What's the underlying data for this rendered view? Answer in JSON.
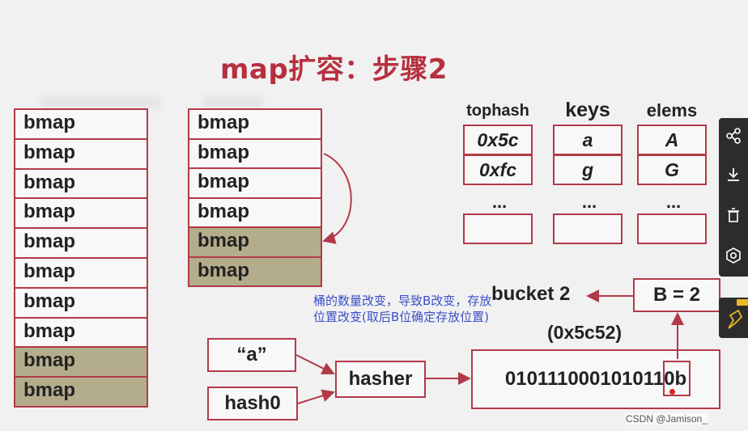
{
  "title": "map扩容：步骤2",
  "left_buckets": [
    {
      "label": "bmap",
      "state": "empty"
    },
    {
      "label": "bmap",
      "state": "empty"
    },
    {
      "label": "bmap",
      "state": "empty"
    },
    {
      "label": "bmap",
      "state": "empty"
    },
    {
      "label": "bmap",
      "state": "empty"
    },
    {
      "label": "bmap",
      "state": "empty"
    },
    {
      "label": "bmap",
      "state": "empty"
    },
    {
      "label": "bmap",
      "state": "empty"
    },
    {
      "label": "bmap",
      "state": "full"
    },
    {
      "label": "bmap",
      "state": "full"
    }
  ],
  "mid_buckets": [
    {
      "label": "bmap",
      "state": "empty"
    },
    {
      "label": "bmap",
      "state": "empty"
    },
    {
      "label": "bmap",
      "state": "empty"
    },
    {
      "label": "bmap",
      "state": "empty"
    },
    {
      "label": "bmap",
      "state": "full"
    },
    {
      "label": "bmap",
      "state": "full"
    }
  ],
  "headers": {
    "tophash": "tophash",
    "keys": "keys",
    "elems": "elems"
  },
  "tophash": [
    "0x5c",
    "0xfc",
    "..."
  ],
  "keys": [
    "a",
    "g",
    "..."
  ],
  "elems": [
    "A",
    "G",
    "..."
  ],
  "note": "桶的数量改变，导致B改变，存放位置改变(取后B位确定存放位置)",
  "bucket_label": "bucket 2",
  "b_box": "B = 2",
  "hex_value": "(0x5c52)",
  "binary": "0101110001010110b",
  "key_input": "“a”",
  "hash0": "hash0",
  "hasher": "hasher",
  "watermark": "CSDN @Jamison_",
  "colors": {
    "accent": "#b23a48",
    "full": "#b4ad8c",
    "note": "#3b4fc4"
  }
}
